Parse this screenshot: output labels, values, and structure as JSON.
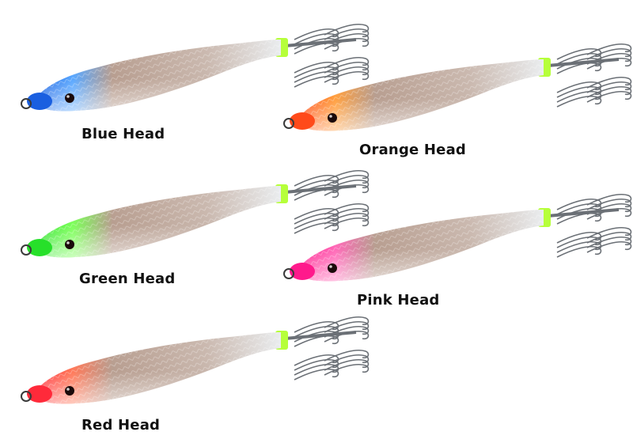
{
  "jigs": [
    {
      "label": "Blue Head",
      "color": "#1a5fe0",
      "glow": "#5aa8ff"
    },
    {
      "label": "Orange Head",
      "color": "#ff4a1a",
      "glow": "#ffa040"
    },
    {
      "label": "Green Head",
      "color": "#27e02a",
      "glow": "#7dff5a"
    },
    {
      "label": "Pink Head",
      "color": "#ff1a8c",
      "glow": "#ff6ab8"
    },
    {
      "label": "Red Head",
      "color": "#ff2a3a",
      "glow": "#ff7a5a"
    }
  ],
  "palette": {
    "body_light": "#e9ecee",
    "body_mid": "#c9b7ad",
    "cloth_tan": "#b89e90",
    "collar": "#b6ff3a",
    "hook": "#6b7076",
    "eye": "#1a0a0a"
  }
}
